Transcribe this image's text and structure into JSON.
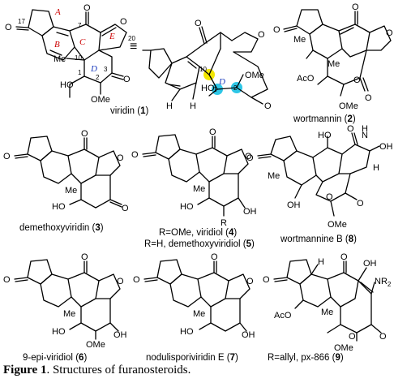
{
  "compounds": [
    {
      "name": "viridin",
      "number": "1"
    },
    {
      "name": "wortmannin",
      "number": "2"
    },
    {
      "name": "demethoxyviridin",
      "number": "3"
    },
    {
      "name": "viridiol",
      "prefix": "R=OMe, ",
      "number": "4"
    },
    {
      "name": "demethoxyviridiol",
      "prefix": "R=H, ",
      "number": "5"
    },
    {
      "name": "wortmannine B",
      "number": "8"
    },
    {
      "name": "9-epi-viridiol",
      "number": "6"
    },
    {
      "name": "nodulisporiviridin E",
      "number": "7"
    },
    {
      "name": "px-866",
      "prefix": "R=allyl, ",
      "number": "9"
    }
  ],
  "ring_labels": {
    "A": "A",
    "B": "B",
    "C": "C",
    "D": "D",
    "E": "E"
  },
  "atom_numbers": {
    "n1": "1",
    "n2": "2",
    "n3": "3",
    "n7": "7",
    "n10": "10",
    "n17": "17",
    "n20": "20",
    "n10b": "10",
    "n1b": "1",
    "n2b": "2"
  },
  "groups": {
    "o": "O",
    "me": "Me",
    "ho": "HO",
    "oh": "OH",
    "ome": "OMe",
    "aco": "AcO",
    "h": "H",
    "r": "R",
    "nh": "N",
    "nr2": "NR",
    "sub2": "2"
  },
  "equiv": "≡",
  "caption": {
    "figure_label": "Figure 1",
    "text": ". Structures of furanosteroids."
  },
  "colors": {
    "ring_label": "#cc0000",
    "ring_D": "#1f3fbf",
    "c10_highlight": "#f2e600",
    "c1c2_highlight": "#2ec6e6"
  }
}
